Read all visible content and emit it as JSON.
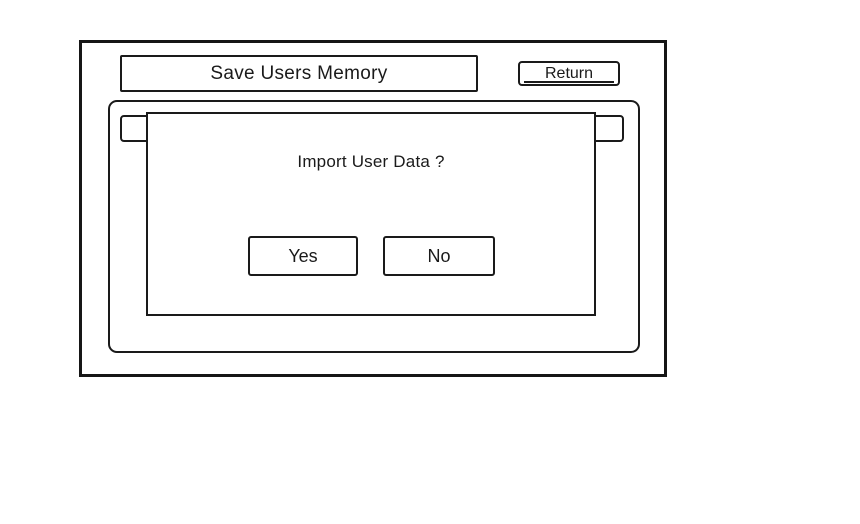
{
  "header": {
    "title": "Save Users Memory",
    "return_label": "Return"
  },
  "dialog": {
    "prompt": "Import User Data ?",
    "yes_label": "Yes",
    "no_label": "No"
  },
  "colors": {
    "line": "#1a1a1a",
    "background": "#ffffff"
  }
}
